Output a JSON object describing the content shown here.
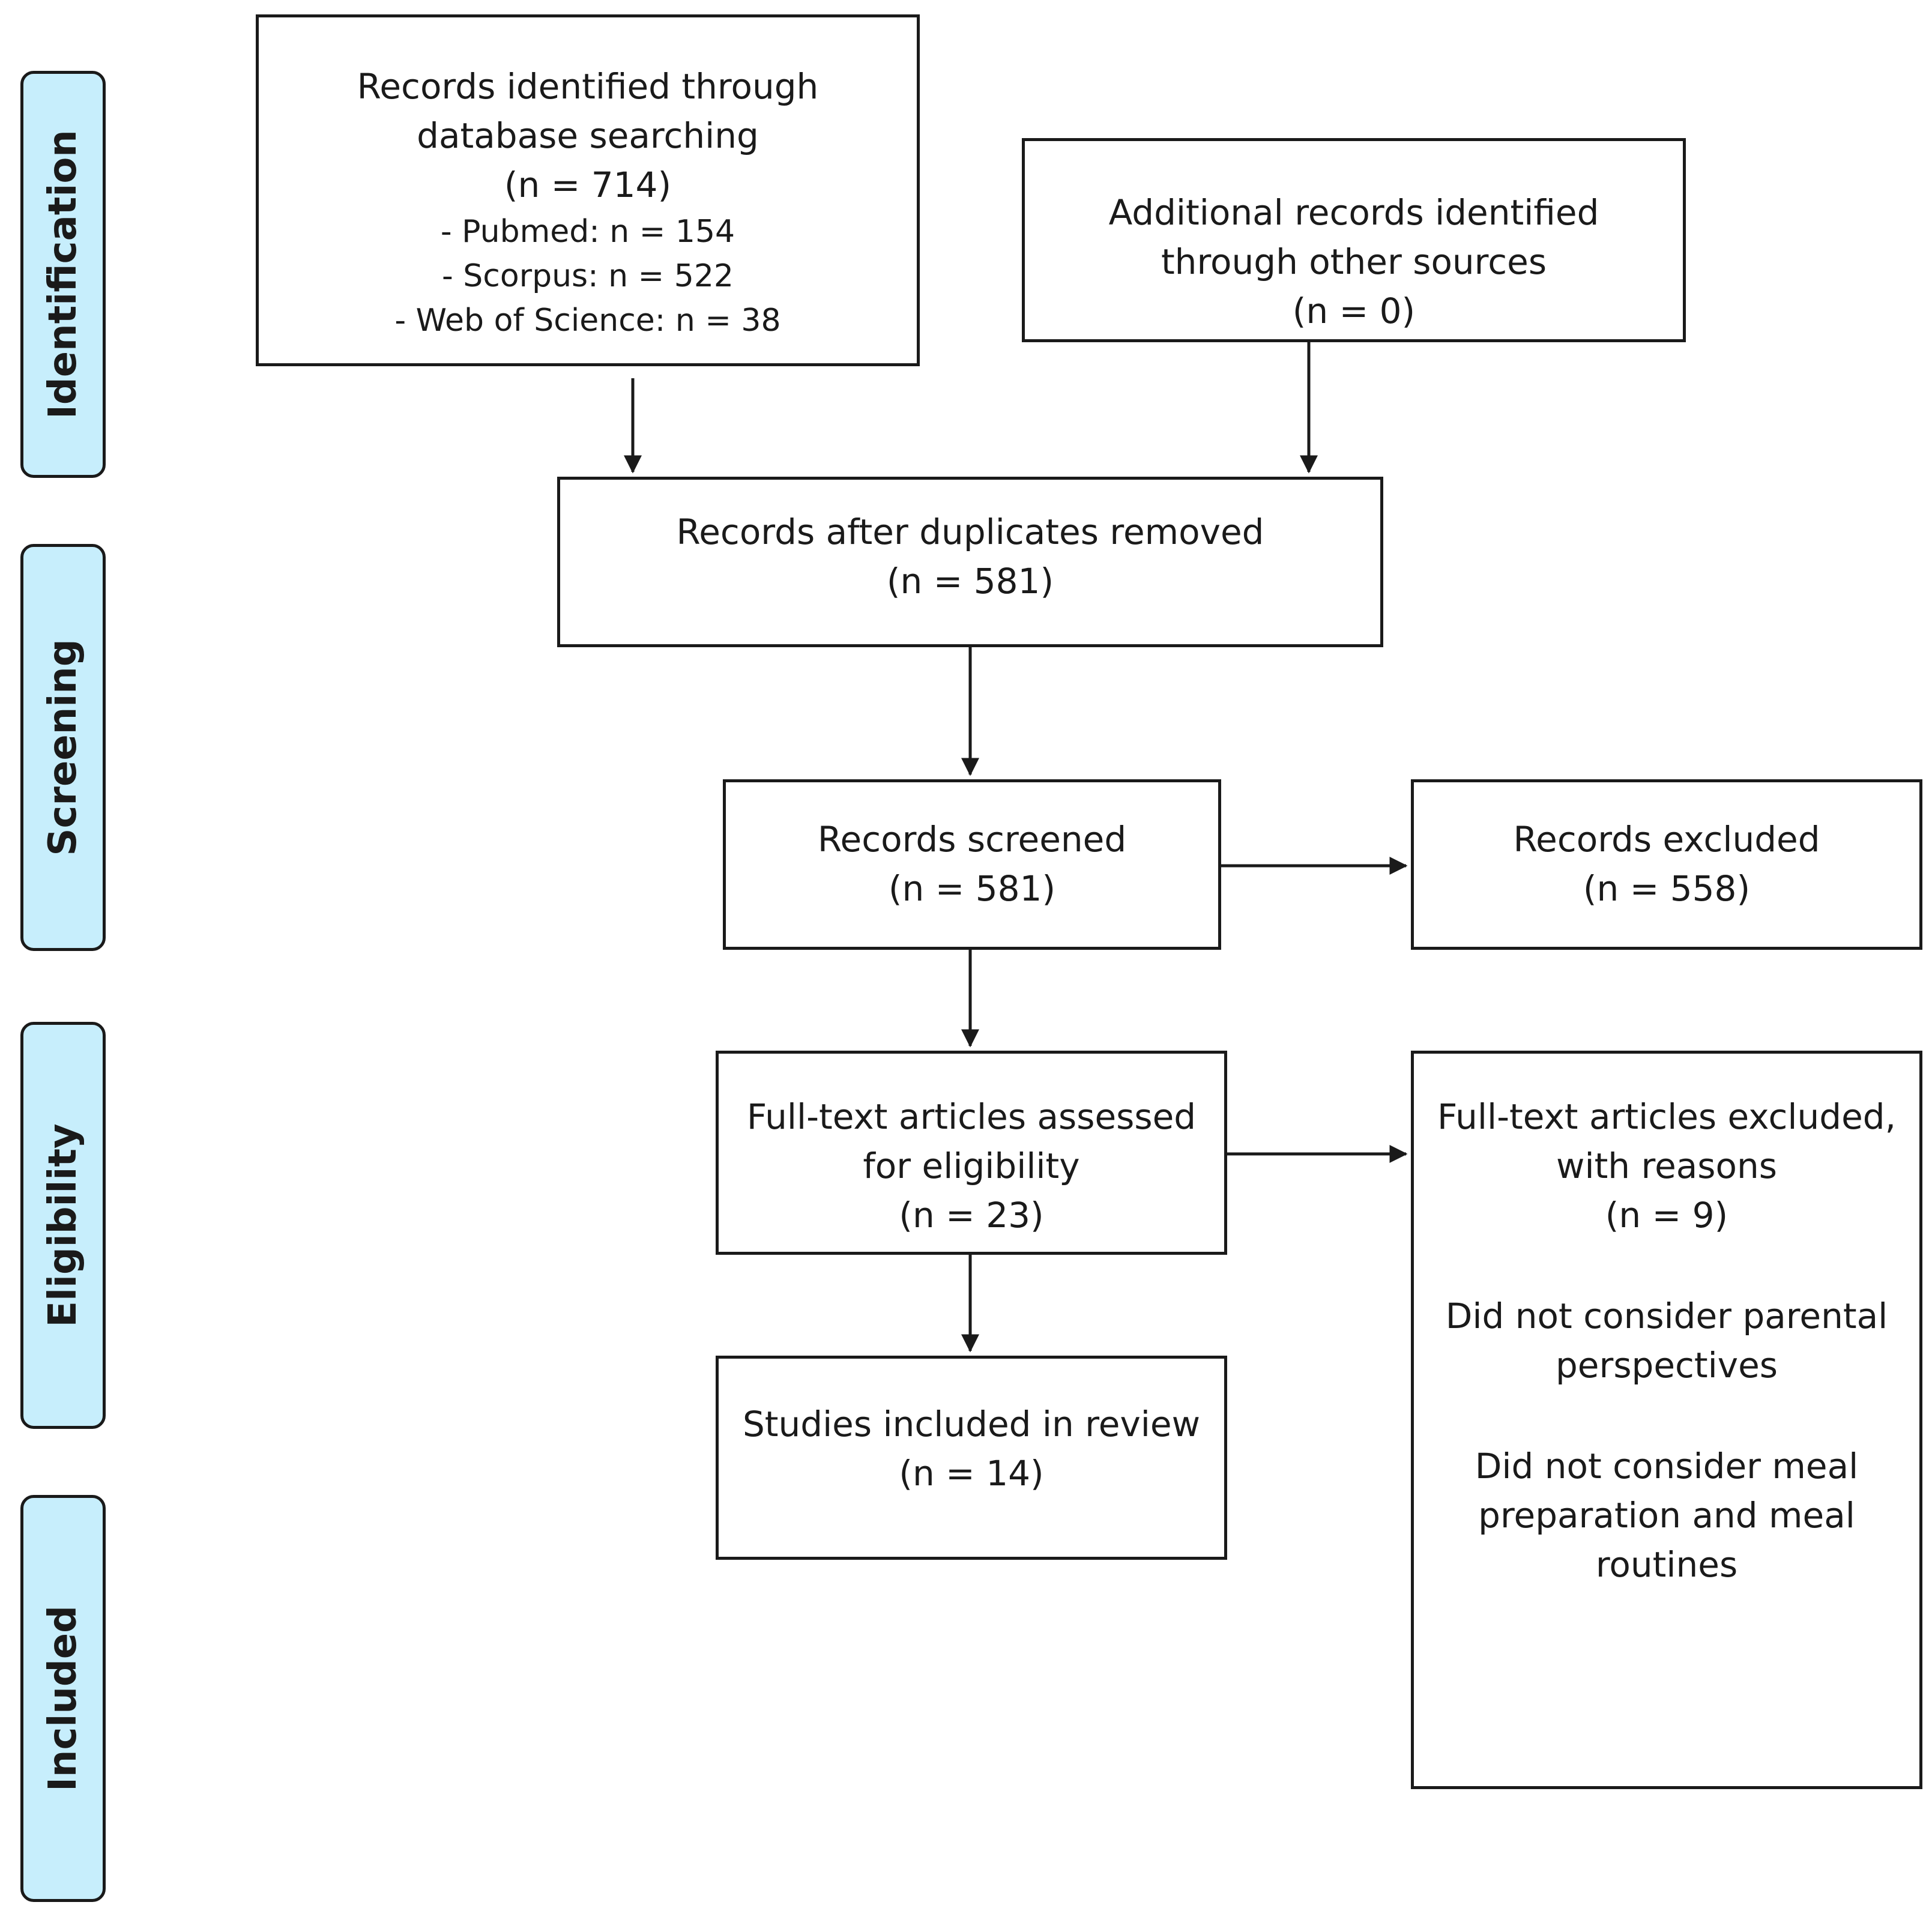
{
  "stages": {
    "identification": "Identification",
    "screening": "Screening",
    "eligibility": "Eligibility",
    "included": "Included"
  },
  "boxes": {
    "identified": {
      "lines": [
        "Records identified through",
        "database searching",
        "(n = 714)"
      ],
      "sources": [
        "- Pubmed: n = 154",
        "- Scorpus: n = 522",
        "- Web of Science: n = 38"
      ]
    },
    "additional": {
      "lines": [
        "Additional records identified",
        "through other sources",
        "(n = 0)"
      ]
    },
    "dedup": {
      "lines": [
        "Records after duplicates removed",
        "(n = 581)"
      ]
    },
    "screened": {
      "lines": [
        "Records screened",
        "(n = 581)"
      ]
    },
    "excluded": {
      "lines": [
        "Records excluded",
        "(n = 558)"
      ]
    },
    "fulltext": {
      "lines": [
        "Full-text articles assessed",
        "for eligibility",
        "(n = 23)"
      ]
    },
    "fulltext_excluded": {
      "lines": [
        "Full-text articles excluded,",
        "with reasons",
        "(n = 9)"
      ],
      "reason1": [
        "Did not consider parental",
        "perspectives"
      ],
      "reason2": [
        "Did not consider meal",
        "preparation and meal",
        "routines"
      ]
    },
    "included": {
      "lines": [
        "Studies included in review",
        "(n = 14)"
      ]
    }
  }
}
